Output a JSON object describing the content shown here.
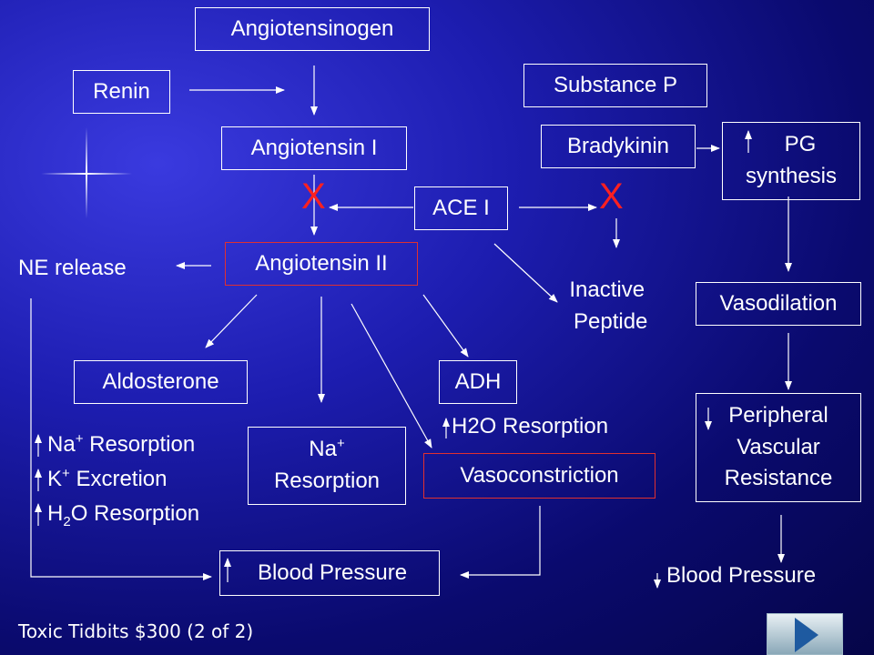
{
  "nodes": {
    "angiotensinogen": "Angiotensinogen",
    "renin": "Renin",
    "substance_p": "Substance P",
    "angiotensin_i": "Angiotensin I",
    "bradykinin": "Bradykinin",
    "pg_line1": "PG",
    "pg_line2": "synthesis",
    "ace_i": "ACE I",
    "block_mark": "X",
    "ne_release": "NE release",
    "angiotensin_ii": "Angiotensin II",
    "inactive_line1": "Inactive",
    "inactive_line2": "Peptide",
    "vasodilation": "Vasodilation",
    "aldosterone": "Aldosterone",
    "adh": "ADH",
    "h2o_resorption": "H2O Resorption",
    "na_resorption_box_line1": "Na",
    "na_resorption_box_line2": "Resorption",
    "vasoconstriction": "Vasoconstriction",
    "peripheral_line1": "Peripheral",
    "peripheral_line2": "Vascular",
    "peripheral_line3": "Resistance",
    "na_resorption_list": "Na",
    "na_resorption_list_rest": " Resorption",
    "k_excretion": "K",
    "k_excretion_rest": " Excretion",
    "h2o_list_h": "H",
    "h2o_list_2": "2",
    "h2o_list_rest": "O Resorption",
    "plus_sign": "+",
    "blood_pressure_up": "Blood Pressure",
    "blood_pressure_down": "Blood Pressure"
  },
  "footer": "Toxic Tidbits $300 (2 of 2)",
  "colors": {
    "block_mark": "#ff2020",
    "red_border": "#e03030"
  }
}
